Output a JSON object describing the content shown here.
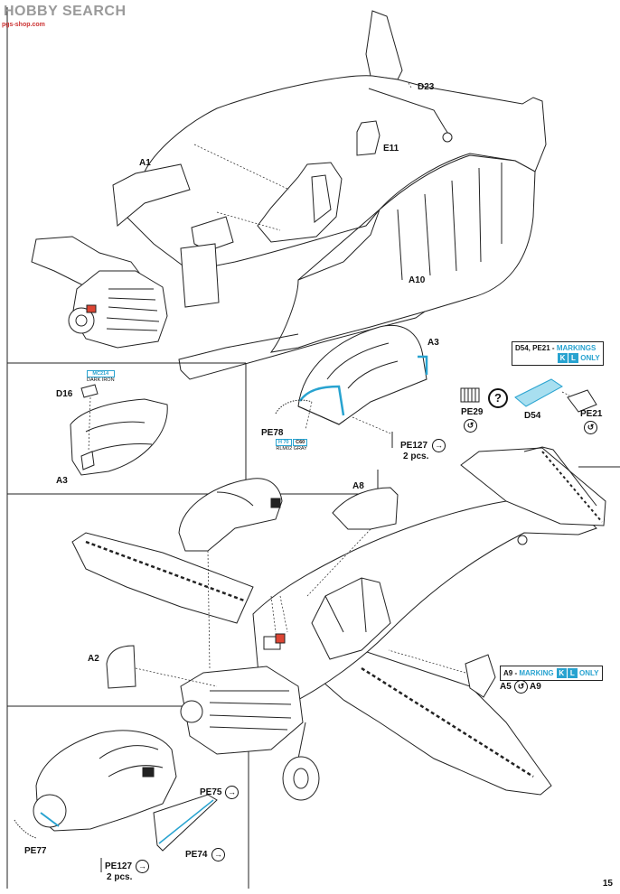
{
  "watermark": {
    "text_a": "HOBBY SEARCH",
    "text_b": "pgs-shop.com"
  },
  "page_number": "15",
  "labels": {
    "d23": "D23",
    "e11": "E11",
    "a1": "A1",
    "a10": "A10",
    "a3_top": "A3",
    "d16": "D16",
    "a3_inset": "A3",
    "pe78": "PE78",
    "pe29": "PE29",
    "d54": "D54",
    "pe21": "PE21",
    "pe127_mid": "PE127",
    "pe127_mid_qty": "2 pcs.",
    "a8": "A8",
    "a2": "A2",
    "a5": "A5",
    "a9": "A9",
    "pe75": "PE75",
    "pe74": "PE74",
    "pe77": "PE77",
    "pe127_bot": "PE127",
    "pe127_bot_qty": "2 pcs."
  },
  "notes": {
    "markings_top": {
      "line1": "D54, PE21 - ",
      "hl": "MARKINGS",
      "k": "K",
      "l": "L",
      "only": "ONLY"
    },
    "markings_mid": {
      "line1": "A9 - ",
      "hl": "MARKING",
      "k": "K",
      "l": "L",
      "only": "ONLY"
    }
  },
  "paints": {
    "dark_iron": {
      "code": "MC214",
      "name": "DARK IRON"
    },
    "rlm02": {
      "code_a": "H 70",
      "code_b": "C60",
      "name": "RLM02 GRAY"
    }
  },
  "symbols": {
    "question": "?",
    "arrow": "→",
    "bend": "↺"
  }
}
